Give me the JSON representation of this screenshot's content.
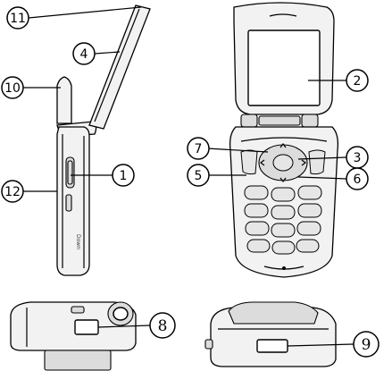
{
  "callouts": [
    {
      "id": "1",
      "label": "1"
    },
    {
      "id": "2",
      "label": "2"
    },
    {
      "id": "3",
      "label": "3"
    },
    {
      "id": "4",
      "label": "4"
    },
    {
      "id": "5",
      "label": "5"
    },
    {
      "id": "6",
      "label": "6"
    },
    {
      "id": "7",
      "label": "7"
    },
    {
      "id": "8",
      "label": "8"
    },
    {
      "id": "9",
      "label": "9"
    },
    {
      "id": "10",
      "label": "10"
    },
    {
      "id": "11",
      "label": "11"
    },
    {
      "id": "12",
      "label": "12"
    }
  ],
  "side_text": "Down"
}
